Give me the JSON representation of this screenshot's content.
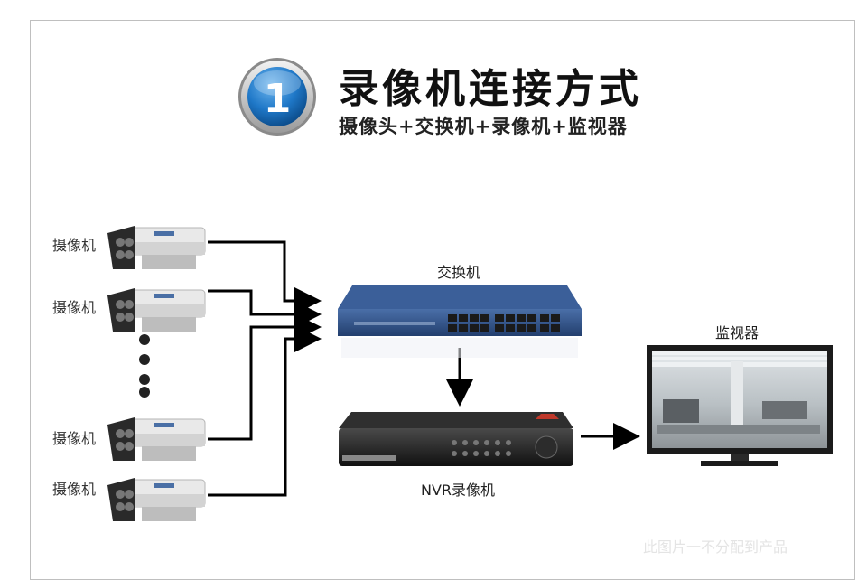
{
  "header": {
    "badge_number": "1",
    "title": "录像机连接方式",
    "subtitle": "摄像头+交换机+录像机+监视器"
  },
  "cameras": [
    {
      "label": "摄像机"
    },
    {
      "label": "摄像机"
    },
    {
      "label": "摄像机"
    },
    {
      "label": "摄像机"
    }
  ],
  "devices": {
    "switch_label": "交换机",
    "nvr_label": "NVR录像机",
    "monitor_label": "监视器"
  },
  "watermark": "此图片一不分配到产品",
  "colors": {
    "badge_blue": "#1f78c8",
    "switch_blue": "#2b4f86",
    "arrow": "#000000"
  }
}
